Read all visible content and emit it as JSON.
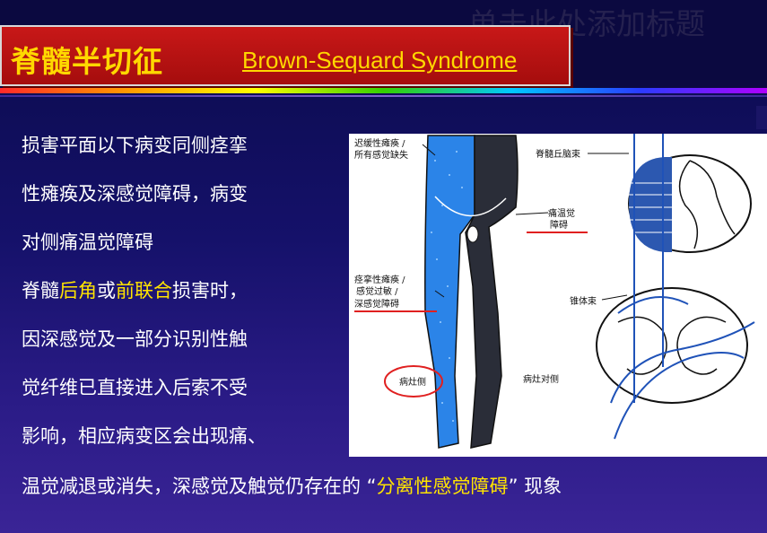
{
  "slide": {
    "placeholder": "单击此处添加标题",
    "title_cn": "脊髓半切征",
    "title_en": "Brown-Sequard Syndrome",
    "lines": [
      [
        {
          "t": "损害平面以下病变同侧痉挛"
        }
      ],
      [
        {
          "t": "性瘫痪及深感觉障碍，病变"
        }
      ],
      [
        {
          "t": "对侧痛温觉障碍"
        }
      ],
      [
        {
          "t": "脊髓"
        },
        {
          "t": "后角",
          "hl": true
        },
        {
          "t": "或"
        },
        {
          "t": "前联合",
          "hl": true
        },
        {
          "t": "损害时，"
        }
      ],
      [
        {
          "t": "因深感觉及一部分识别性触"
        }
      ],
      [
        {
          "t": "觉纤维已直接进入后索不受"
        }
      ],
      [
        {
          "t": "影响，相应病变区会出现痛、"
        }
      ],
      [
        {
          "t": "温觉减退或消失，深感觉及触觉仍存在的 “"
        },
        {
          "t": "分离性感觉障碍",
          "hl": true
        },
        {
          "t": "” 现象"
        }
      ]
    ],
    "highlight_color": "#ffe400"
  },
  "figure": {
    "labels": {
      "flaccid_1": "迟缓性瘫痪 /",
      "flaccid_2": "所有感觉缺失",
      "spinothalamic": "脊髓丘脑束",
      "pain_temp_1": "痛温觉",
      "pain_temp_2": "障碍",
      "spastic_1": "痉挛性瘫痪 /",
      "spastic_2": "感觉过敏 /",
      "spastic_3": "深感觉障碍",
      "pyramidal": "锥体束",
      "lesion_side": "病灶侧",
      "contra_side": "病灶对侧"
    },
    "colors": {
      "lesion_leg": "#2b84e8",
      "contra_leg": "#2a2d38",
      "tract": "#1f52b8",
      "underline": "#e02020"
    }
  }
}
